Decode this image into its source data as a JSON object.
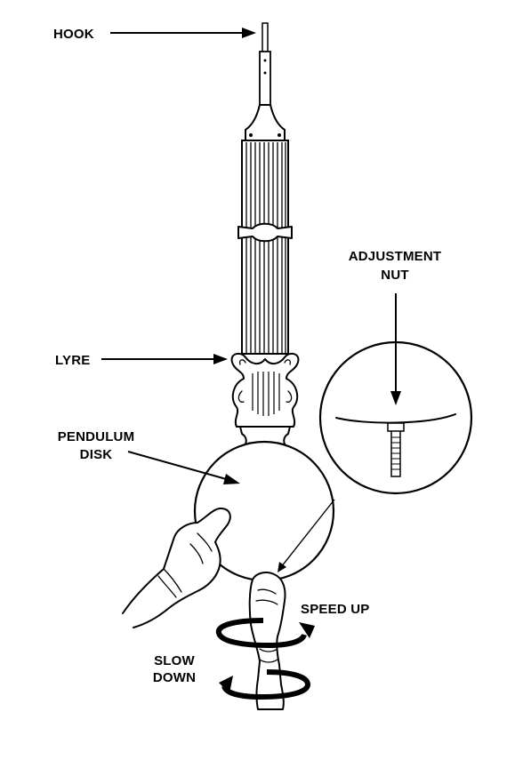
{
  "labels": {
    "hook": "HOOK",
    "adjustment_nut_line1": "ADJUSTMENT",
    "adjustment_nut_line2": "NUT",
    "lyre": "LYRE",
    "pendulum_disk_line1": "PENDULUM",
    "pendulum_disk_line2": "DISK",
    "speed_up": "SPEED UP",
    "slow_down_line1": "SLOW",
    "slow_down_line2": "DOWN"
  },
  "colors": {
    "ink": "#000000",
    "paper": "#ffffff"
  }
}
